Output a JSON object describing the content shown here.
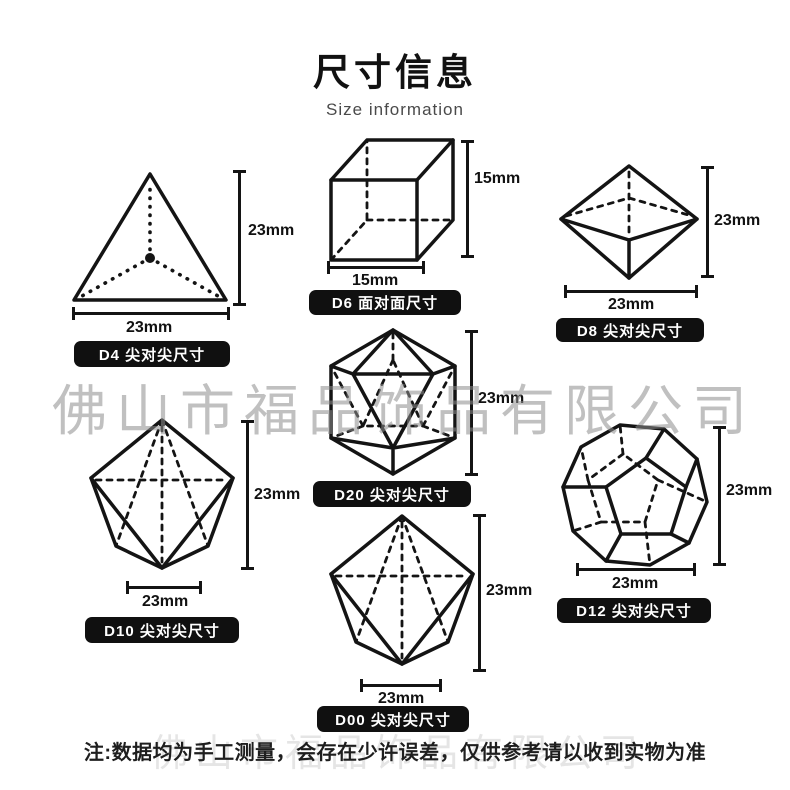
{
  "page": {
    "title": "尺寸信息",
    "subtitle": "Size information",
    "watermark": "佛山市福品饰品有限公司",
    "note": "注:数据均为手工测量，会存在少许误差，仅供参考请以收到实物为准"
  },
  "dice": {
    "d4": {
      "label": "D4 尖对尖尺寸",
      "width": "23mm",
      "height": "23mm"
    },
    "d6": {
      "label": "D6 面对面尺寸",
      "width": "15mm",
      "height": "15mm"
    },
    "d8": {
      "label": "D8 尖对尖尺寸",
      "width": "23mm",
      "height": "23mm"
    },
    "d20": {
      "label": "D20 尖对尖尺寸",
      "height": "23mm"
    },
    "d10": {
      "label": "D10 尖对尖尺寸",
      "width": "23mm",
      "height": "23mm"
    },
    "d12": {
      "label": "D12 尖对尖尺寸",
      "width": "23mm",
      "height": "23mm"
    },
    "d00": {
      "label": "D00 尖对尖尺寸",
      "width": "23mm",
      "height": "23mm"
    }
  },
  "colors": {
    "ink": "#141414",
    "pill_bg": "#101010",
    "pill_text": "#ffffff",
    "watermark": "#8d8d8d"
  }
}
